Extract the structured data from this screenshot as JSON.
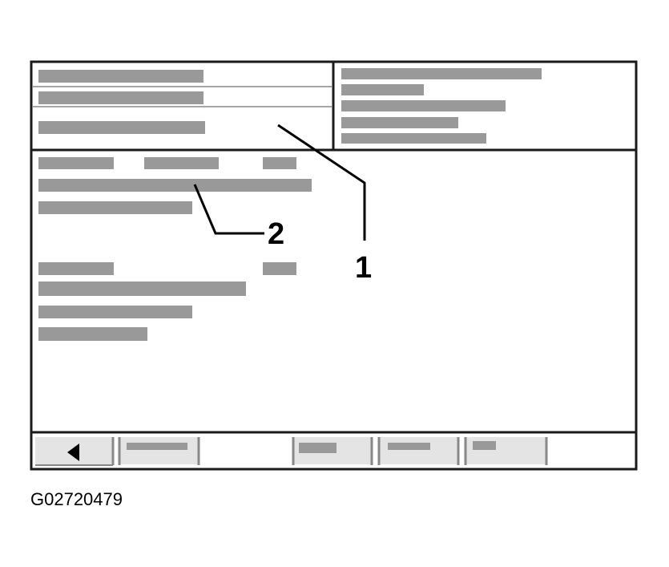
{
  "diagram": {
    "callouts": [
      {
        "label": "1"
      },
      {
        "label": "2"
      }
    ],
    "caption": "G02720479",
    "colors": {
      "frame": "#1a1a1a",
      "placeholder_bar": "#999999",
      "button_face": "#e4e4e4",
      "button_shadow": "#888888",
      "background": "#ffffff"
    },
    "icons": {
      "back_button": "triangle-left-icon"
    }
  }
}
